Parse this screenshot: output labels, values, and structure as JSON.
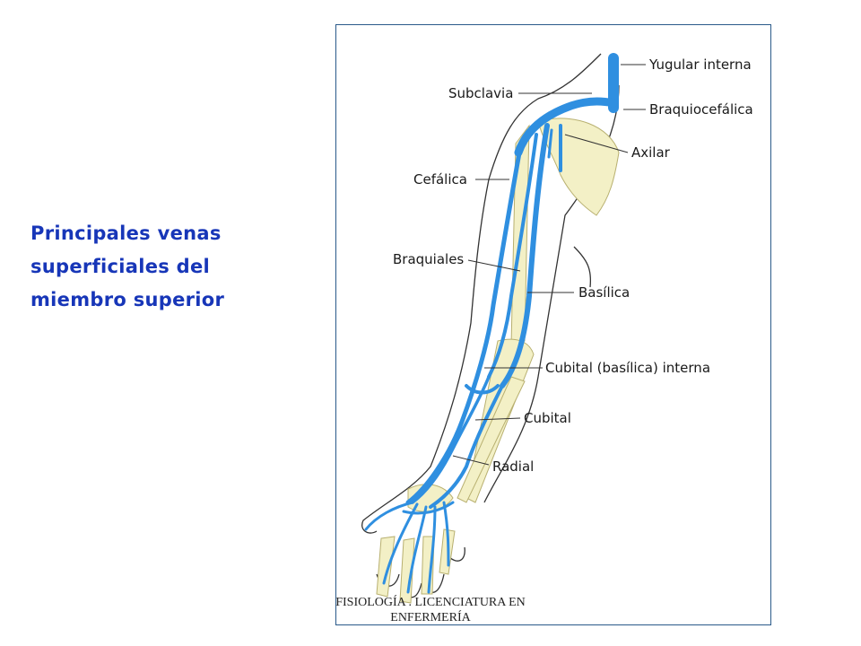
{
  "title_lines": [
    "Principales venas",
    "superficiales del",
    "miembro superior"
  ],
  "labels": {
    "yugular": "Yugular interna",
    "subclavia": "Subclavia",
    "braquiocefalica": "Braquiocefálica",
    "axilar": "Axilar",
    "cefalica": "Cefálica",
    "braquiales": "Braquiales",
    "basilica": "Basílica",
    "cubital_interna": "Cubital (basílica) interna",
    "cubital": "Cubital",
    "radial": "Radial"
  },
  "footer_lines": [
    "FISIOLOGÍA . LICENCIATURA EN",
    "ENFERMERÍA"
  ],
  "colors": {
    "title": "#1736b8",
    "vein": "#2f8fe0",
    "bone": "#f3f0c6",
    "frame": "#2a5a8a"
  }
}
